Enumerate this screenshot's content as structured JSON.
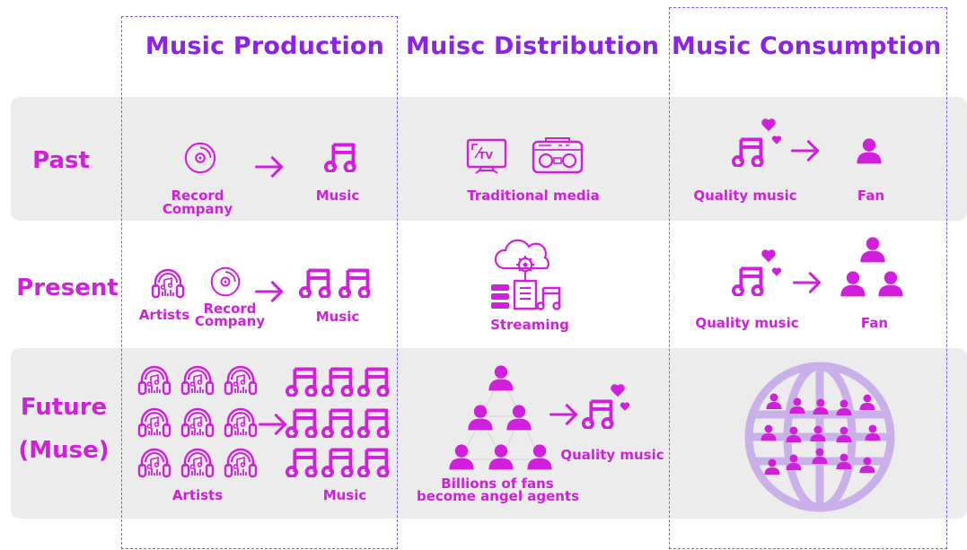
{
  "columns": {
    "production": "Music Production",
    "distribution": "Muisc Distribution",
    "consumption": "Music Consumption"
  },
  "rows": {
    "past": "Past",
    "present": "Present",
    "future_line1": "Future",
    "future_line2": "(Muse)"
  },
  "past": {
    "record_company_line1": "Record",
    "record_company_line2": "Company",
    "music": "Music",
    "distribution": "Traditional media",
    "quality_music": "Quality music",
    "fan": "Fan"
  },
  "present": {
    "artists": "Artists",
    "record_company_line1": "Record",
    "record_company_line2": "Company",
    "music": "Music",
    "distribution": "Streaming",
    "quality_music": "Quality music",
    "fan": "Fan"
  },
  "future": {
    "artists": "Artists",
    "music": "Music",
    "fans_line1": "Billions of fans",
    "fans_line2": "become angel agents",
    "quality_music": "Quality music"
  },
  "colors": {
    "magenta": "#d020dc",
    "purple": "#8a22e8",
    "dash": "#7a5cf0",
    "band": "#ececec",
    "globe": "#c9b0e8"
  }
}
